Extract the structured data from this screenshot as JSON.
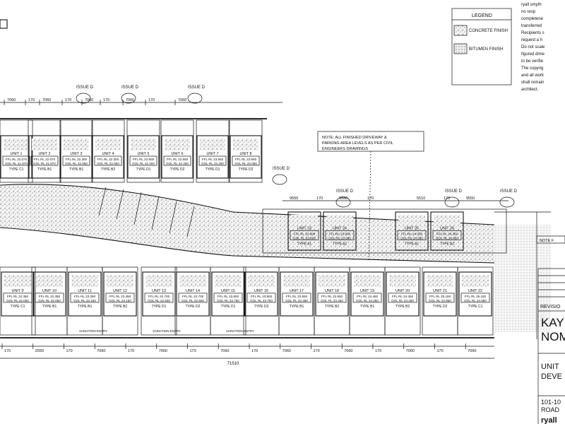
{
  "legend": {
    "title": "LEGEND",
    "items": [
      {
        "label": "CONCRETE FINISH",
        "pattern": "stipple"
      },
      {
        "label": "BITUMEN FINISH",
        "pattern": "dots"
      }
    ]
  },
  "disclaimer_lines": [
    "ryall smyth",
    "no resp",
    "completene",
    "transferred",
    "Recipients s",
    "request a h",
    "Do not scale",
    "figured dime",
    "to be verifie",
    "The copyrig",
    "and all work",
    "shall remain",
    "architect."
  ],
  "note": "NOTE: ALL FINISHED DRIVEWAY & PARKING AREA LEVELS AS PER CIVIL ENGINEERS DRAWINGS",
  "issue_tags": [
    "ISSUE D",
    "ISSUE D",
    "ISSUE D",
    "ISSUE D",
    "ISSUE D",
    "ISSUE D",
    "ISSUE D"
  ],
  "top_dims": [
    "7060",
    "170",
    "7060",
    "170",
    "7060",
    "170",
    "7060",
    "170",
    "7060"
  ],
  "mid_dims": [
    "9550",
    "170",
    "9550",
    "170",
    "5510",
    "170",
    "9550"
  ],
  "bottom_dims": [
    "170",
    "2550",
    "170",
    "7060",
    "170",
    "7060",
    "170",
    "7060",
    "170",
    "7060",
    "170",
    "7060",
    "170",
    "7060",
    "170",
    "7060"
  ],
  "bottom_total": "71510",
  "upper_units": [
    {
      "name": "UNIT 1",
      "ffl": "FFL RL 22.070",
      "gol": "GOL RL 21.870",
      "type": "TYPE C1"
    },
    {
      "name": "UNIT 2",
      "ffl": "FFL RL 22.070",
      "gol": "GOL RL 21.870",
      "type": "TYPE B1"
    },
    {
      "name": "UNIT 3",
      "ffl": "FFL RL 22.300",
      "gol": "GOL RL 22.050",
      "type": "TYPE B1"
    },
    {
      "name": "UNIT 4",
      "ffl": "FFL RL 22.300",
      "gol": "GOL RL 22.050",
      "type": "TYPE B2"
    },
    {
      "name": "UNIT 5",
      "ffl": "FFL RL 22.600",
      "gol": "GOL RL 22.400",
      "type": "TYPE D1"
    },
    {
      "name": "UNIT 6",
      "ffl": "FFL RL 22.600",
      "gol": "GOL RL 22.400",
      "type": "TYPE D2"
    },
    {
      "name": "UNIT 7",
      "ffl": "FFL RL 23.650",
      "gol": "GOL RL 23.300",
      "type": "TYPE D1"
    },
    {
      "name": "UNIT 8",
      "ffl": "FFL RL 23.550",
      "gol": "GOL RL 23.050",
      "type": "TYPE D2"
    }
  ],
  "mid_units": [
    {
      "name": "UNIT 23",
      "ffl": "FFL RL 23.900",
      "gol": "GOL RL 23.600",
      "type": "TYPE A1"
    },
    {
      "name": "UNIT 24",
      "ffl": "FFL RL 23.900",
      "gol": "GOL RL 23.600",
      "type": "TYPE A2"
    },
    {
      "name": "UNIT 25",
      "ffl": "FFL RL 24.350",
      "gol": "GOL RL 24.050",
      "type": "TYPE A1"
    },
    {
      "name": "UNIT 26",
      "ffl": "FFL RL 24.350",
      "gol": "GOL RL 24.050",
      "type": "TYPE A2"
    }
  ],
  "lower_units": [
    {
      "name": "UNIT 9",
      "ffl": "FFL RL 22.350",
      "gol": "GOL RL 22.050",
      "type": "TYPE C1"
    },
    {
      "name": "UNIT 10",
      "ffl": "FFL RL 22.350",
      "gol": "GOL RL 22.050",
      "type": "TYPE B1"
    },
    {
      "name": "UNIT 11",
      "ffl": "FFL RL 23.350",
      "gol": "GOL RL 23.150",
      "type": "TYPE B1"
    },
    {
      "name": "UNIT 12",
      "ffl": "FFL RL 23.350",
      "gol": "GOL RL 23.150",
      "type": "TYPE B2"
    },
    {
      "name": "UNIT 13",
      "ffl": "FFL RL 22.700",
      "gol": "GOL RL 22.500",
      "type": "TYPE D1"
    },
    {
      "name": "UNIT 14",
      "ffl": "FFL RL 22.700",
      "gol": "GOL RL 22.500",
      "type": "TYPE D2"
    },
    {
      "name": "UNIT 15",
      "ffl": "FFL RL 23.800",
      "gol": "GOL RL 23.750",
      "type": "TYPE D1"
    },
    {
      "name": "UNIT 16",
      "ffl": "FFL RL 23.800",
      "gol": "GOL RL 23.750",
      "type": "TYPE D2"
    },
    {
      "name": "UNIT 17",
      "ffl": "FFL RL 23.650",
      "gol": "GOL RL 23.450",
      "type": "TYPE B1"
    },
    {
      "name": "UNIT 18",
      "ffl": "FFL RL 23.650",
      "gol": "GOL RL 23.450",
      "type": "TYPE B2"
    },
    {
      "name": "UNIT 19",
      "ffl": "FFL RL 24.450",
      "gol": "GOL RL 24.250",
      "type": "TYPE B1"
    },
    {
      "name": "UNIT 20",
      "ffl": "FFL RL 24.450",
      "gol": "GOL RL 24.250",
      "type": "TYPE B2"
    },
    {
      "name": "UNIT 21",
      "ffl": "FFL RL 25.150",
      "gol": "GOL RL 24.950",
      "type": "TYPE D2"
    },
    {
      "name": "UNIT 22",
      "ffl": "FFL RL 25.150",
      "gol": "GOL RL 24.950",
      "type": "TYPE C1"
    }
  ],
  "entry_notes": [
    "VARIATION ENTRY",
    "VARIATION ENTRY",
    "VARIATION ENTRY"
  ],
  "title_block": {
    "rev_label": "REVISIO",
    "name_line1": "KAY",
    "name_line2": "NOM",
    "desc_line1": "UNIT",
    "desc_line2": "DEVE",
    "addr_line1": "101-10",
    "addr_line2": "ROAD",
    "logo": "ryall"
  },
  "right_edge_note": "NOTE F"
}
